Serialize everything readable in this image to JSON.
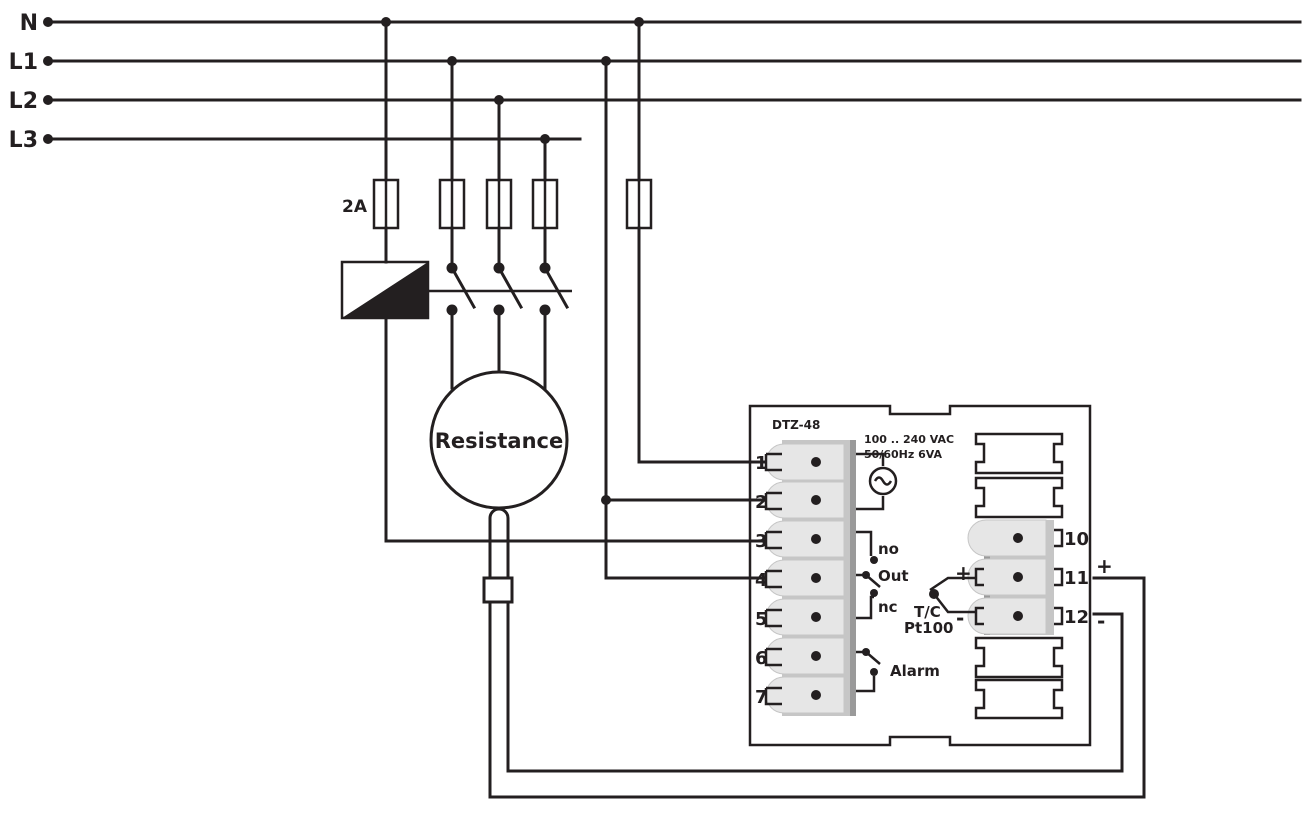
{
  "bus_lines": [
    "N",
    "L1",
    "L2",
    "L3"
  ],
  "fuse_label": "2A",
  "load_label": "Resistance",
  "device": {
    "model": "DTZ-48",
    "supply": [
      "100 .. 240 VAC",
      "50/60Hz 6VA"
    ],
    "left_terminals": [
      "1",
      "2",
      "3",
      "4",
      "5",
      "6",
      "7"
    ],
    "right_terminals": [
      "10",
      "11",
      "12"
    ],
    "contact_labels": {
      "no": "no",
      "out": "Out",
      "nc": "nc",
      "alarm": "Alarm"
    },
    "sensor_labels": [
      "T/C",
      "Pt100"
    ],
    "polarity": {
      "plus": "+",
      "minus": "-"
    }
  }
}
